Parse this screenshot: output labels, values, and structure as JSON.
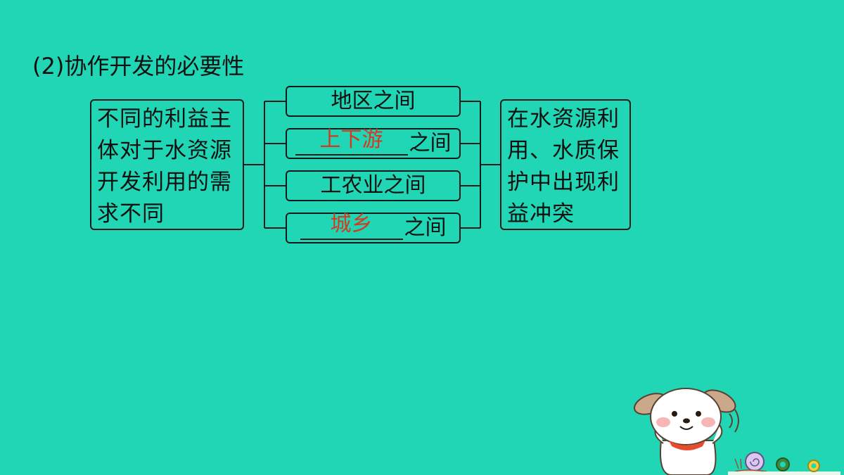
{
  "title": "(2)协作开发的必要性",
  "diagram": {
    "left_text": "不同的利益主体对于水资源开发利用的需求不同",
    "right_text": "在水资源利用、水质保护中出现利益冲突",
    "branches": [
      {
        "text": "地区之间"
      },
      {
        "answer": "上下游",
        "suffix": "之间"
      },
      {
        "text": "工农业之间"
      },
      {
        "answer": "城乡",
        "suffix": "之间"
      }
    ]
  },
  "colors": {
    "background": "#20d6b4",
    "answer": "#d23b22"
  }
}
